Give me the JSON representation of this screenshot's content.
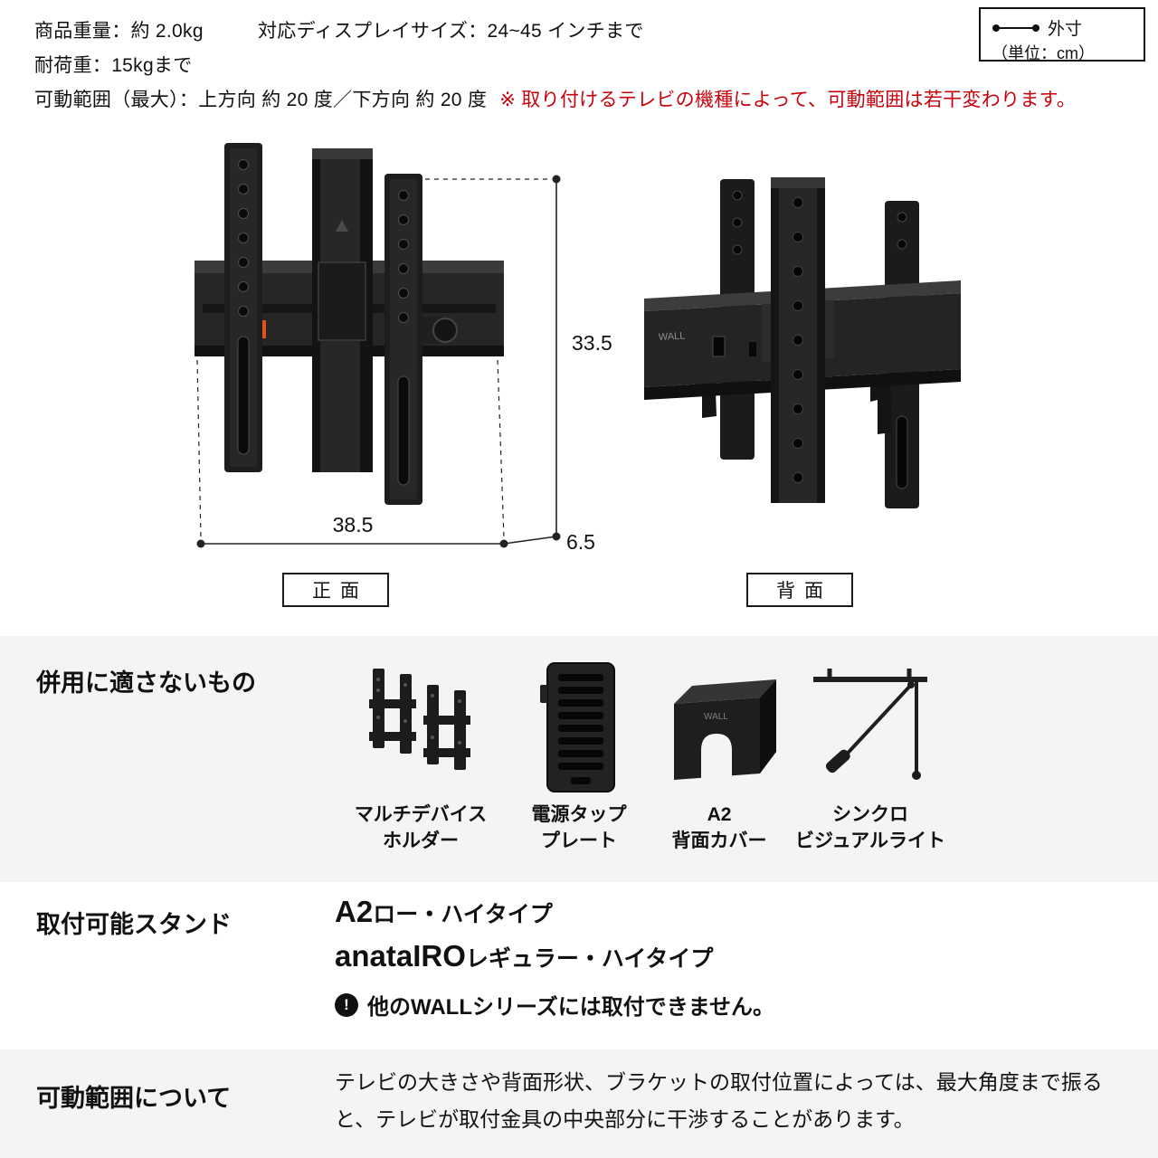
{
  "colors": {
    "accent_red": "#c7000b",
    "text": "#1a1a1a",
    "section_bg": "#f4f4f4",
    "bracket_black": "#1d1d1d"
  },
  "specs": {
    "weight": "商品重量：約 2.0kg",
    "display_size": "対応ディスプレイサイズ：24~45 インチまで",
    "load": "耐荷重：15kgまで",
    "range": "可動範囲（最大）：上方向 約 20 度／下方向 約 20 度",
    "range_note": "※ 取り付けるテレビの機種によって、可動範囲は若干変わります。"
  },
  "legend": {
    "label": "外寸",
    "unit": "（単位：cm）"
  },
  "diagram": {
    "dim_height": "33.5",
    "dim_width": "38.5",
    "dim_depth": "6.5",
    "front_caption": "正面",
    "back_caption": "背面",
    "rail_logo": "WALL"
  },
  "incompatible": {
    "title": "併用に適さないもの",
    "items": [
      {
        "line1": "マルチデバイス",
        "line2": "ホルダー"
      },
      {
        "line1": "電源タップ",
        "line2": "プレート"
      },
      {
        "line1": "A2",
        "line2": "背面カバー"
      },
      {
        "line1": "シンクロ",
        "line2": "ビジュアルライト"
      }
    ],
    "cover_logo": "WALL"
  },
  "stands": {
    "title": "取付可能スタンド",
    "stand1_name": "A2",
    "stand1_type": "ロー・ハイタイプ",
    "stand2_name": "anataIRO",
    "stand2_type": "レギュラー・ハイタイプ",
    "note": "他のWALLシリーズには取付できません。",
    "info_glyph": "!"
  },
  "movable_range": {
    "title": "可動範囲について",
    "body": "テレビの大きさや背面形状、ブラケットの取付位置によっては、最大角度まで振ると、テレビが取付金具の中央部分に干渉することがあります。"
  }
}
